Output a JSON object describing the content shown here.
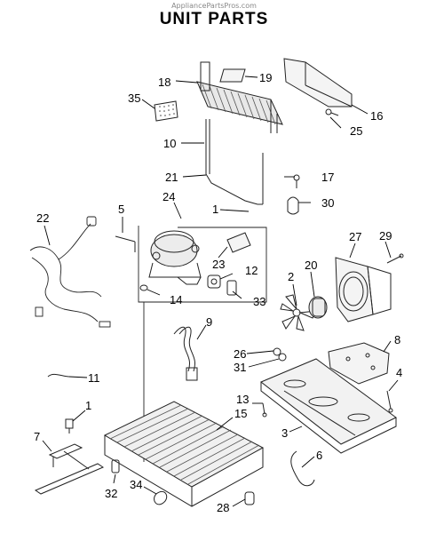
{
  "header": {
    "watermark": "AppliancePartsPros.com",
    "title": "UNIT PARTS"
  },
  "callouts": [
    {
      "id": "18",
      "label": "18"
    },
    {
      "id": "19",
      "label": "19"
    },
    {
      "id": "35",
      "label": "35"
    },
    {
      "id": "16",
      "label": "16"
    },
    {
      "id": "25",
      "label": "25"
    },
    {
      "id": "10",
      "label": "10"
    },
    {
      "id": "17",
      "label": "17"
    },
    {
      "id": "21",
      "label": "21"
    },
    {
      "id": "24",
      "label": "24"
    },
    {
      "id": "30",
      "label": "30"
    },
    {
      "id": "5",
      "label": "5"
    },
    {
      "id": "1a",
      "label": "1"
    },
    {
      "id": "22",
      "label": "22"
    },
    {
      "id": "27",
      "label": "27"
    },
    {
      "id": "29",
      "label": "29"
    },
    {
      "id": "23",
      "label": "23"
    },
    {
      "id": "20",
      "label": "20"
    },
    {
      "id": "12",
      "label": "12"
    },
    {
      "id": "2",
      "label": "2"
    },
    {
      "id": "14",
      "label": "14"
    },
    {
      "id": "33",
      "label": "33"
    },
    {
      "id": "9",
      "label": "9"
    },
    {
      "id": "8",
      "label": "8"
    },
    {
      "id": "26",
      "label": "26"
    },
    {
      "id": "31",
      "label": "31"
    },
    {
      "id": "11",
      "label": "11"
    },
    {
      "id": "4",
      "label": "4"
    },
    {
      "id": "13",
      "label": "13"
    },
    {
      "id": "1b",
      "label": "1"
    },
    {
      "id": "15",
      "label": "15"
    },
    {
      "id": "3",
      "label": "3"
    },
    {
      "id": "7",
      "label": "7"
    },
    {
      "id": "6",
      "label": "6"
    },
    {
      "id": "32",
      "label": "32"
    },
    {
      "id": "34",
      "label": "34"
    },
    {
      "id": "28",
      "label": "28"
    }
  ]
}
